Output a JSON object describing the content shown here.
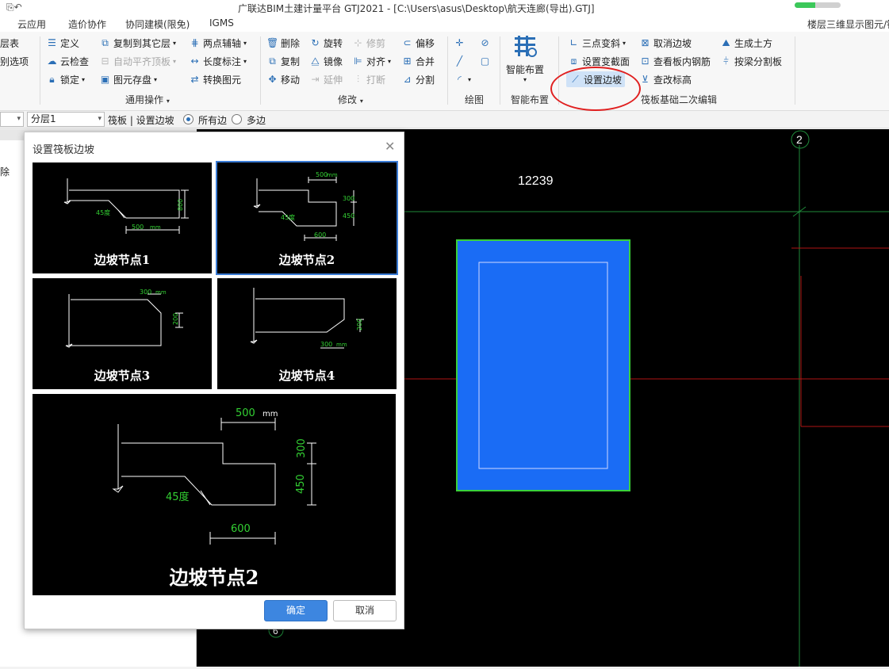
{
  "window": {
    "title": "广联达BIM土建计量平台 GTJ2021 - [C:\\Users\\asus\\Desktop\\航天连廊(导出).GTJ]",
    "progress_fraction": 0.45,
    "progress_color": "#3cc85a"
  },
  "menu": {
    "items": [
      "云应用",
      "造价协作",
      "协同建模(限免)",
      "IGMS"
    ],
    "right_text": "楼层三维显示图元/钢"
  },
  "ribbon": {
    "partial_left": [
      "层表",
      "别选项"
    ],
    "general": {
      "items": [
        "定义",
        "复制到其它层",
        "两点辅轴",
        "云检查",
        "自动平齐顶板",
        "长度标注",
        "锁定",
        "图元存盘",
        "转换图元"
      ],
      "label": "通用操作"
    },
    "modify": {
      "items": [
        "删除",
        "旋转",
        "修剪",
        "偏移",
        "复制",
        "镜像",
        "对齐",
        "合并",
        "移动",
        "延伸",
        "打断",
        "分割"
      ],
      "label": "修改"
    },
    "draw": {
      "label": "绘图"
    },
    "smart": {
      "button": "智能布置",
      "label": "智能布置"
    },
    "raft": {
      "items": [
        "三点变斜",
        "取消边坡",
        "生成土方",
        "设置变截面",
        "查看板内钢筋",
        "按梁分割板",
        "设置边坡",
        "查改标高"
      ],
      "label": "筏板基础二次编辑"
    }
  },
  "propbar": {
    "layer": "分层1",
    "status": "筏板 | 设置边坡",
    "radio_all": "所有边",
    "radio_multi": "多边"
  },
  "leftpanel": {
    "partial": "除"
  },
  "canvas": {
    "axis_label": "2",
    "dimension": "12239",
    "slab_color": "#1a6cf5",
    "circle_partial": "6"
  },
  "dialog": {
    "title": "设置筏板边坡",
    "nodes": [
      {
        "label": "边坡节点1",
        "dims": [
          "800",
          "45度",
          "500"
        ]
      },
      {
        "label": "边坡节点2",
        "dims": [
          "500",
          "300",
          "45度",
          "450",
          "600"
        ]
      },
      {
        "label": "边坡节点3",
        "dims": [
          "300",
          "200"
        ]
      },
      {
        "label": "边坡节点4",
        "dims": [
          "200",
          "300"
        ]
      }
    ],
    "unit": "mm",
    "preview": {
      "label": "边坡节点2",
      "dims": [
        "500",
        "300",
        "45度",
        "450",
        "600"
      ]
    },
    "ok": "确定",
    "cancel": "取消"
  }
}
